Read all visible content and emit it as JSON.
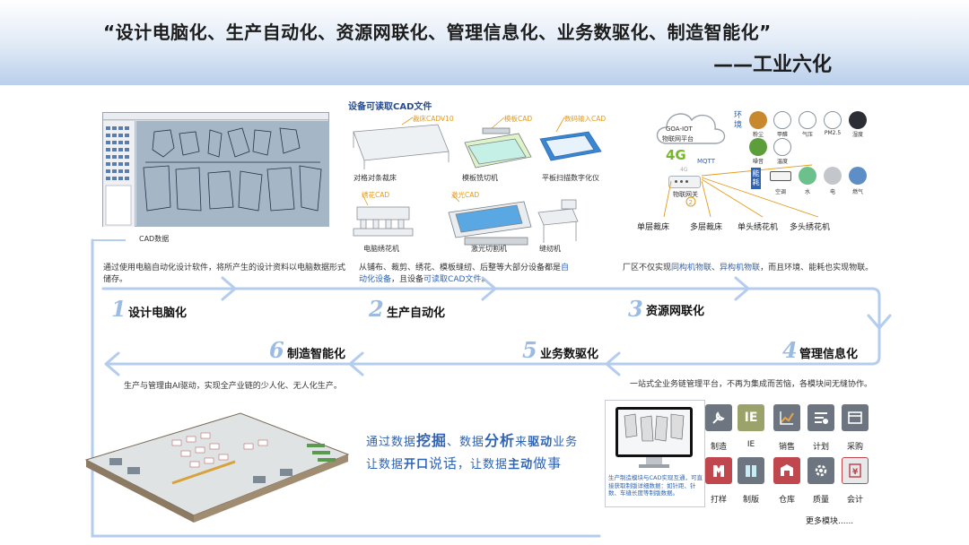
{
  "header": {
    "title": "“设计电脑化、生产自动化、资源网联化、管理信息化、业务数驱化、制造智能化”",
    "subtitle": "——工业六化"
  },
  "cad": {
    "caption": "CAD数据"
  },
  "devices": {
    "title": "设备可读取CAD文件",
    "tags": [
      "裁床CADV10",
      "模板CAD",
      "数码输入CAD",
      "绣花CAD",
      "激光CAD"
    ],
    "items": [
      "对格对条裁床",
      "模板铣切机",
      "平板扫描数字化仪",
      "电脑绣花机",
      "激光切割机",
      "缝纫机"
    ]
  },
  "iot": {
    "platform_brand": "GOA-IOT",
    "platform_name": "物联网平台",
    "fourg": "4G",
    "mqtt": "MQTT",
    "fourg_small": "4G",
    "gateway": "物联网关",
    "env_title": "环境",
    "energy_title": "能耗",
    "env": [
      "粉尘",
      "甲醛",
      "气压",
      "PM2.5",
      "湿度",
      "噪音",
      "温度"
    ],
    "energy": [
      "空调",
      "水",
      "电",
      "燃气"
    ],
    "machines": [
      "单层裁床",
      "多层裁床",
      "单头绣花机",
      "多头绣花机"
    ]
  },
  "steps": [
    {
      "num": "1",
      "label": "设计电脑化",
      "desc": "通过使用电脑自动化设计软件，将所产生的设计资料以电脑数据形式储存。"
    },
    {
      "num": "2",
      "label": "生产自动化",
      "desc_a": "从铺布、裁剪、绣花、模板缝纫、后整等大部分设备都是",
      "desc_hl1": "自动化设备",
      "desc_b": "，且设备",
      "desc_hl2": "可读取CAD文件",
      "desc_c": "。"
    },
    {
      "num": "3",
      "label": "资源网联化",
      "desc_a": "厂区不仅实现",
      "desc_hl1": "同构机物联",
      "desc_b": "、",
      "desc_hl2": "异构机物联",
      "desc_c": "，而且环境、能耗也实现物联。"
    },
    {
      "num": "4",
      "label": "管理信息化",
      "desc": "一站式全业务链管理平台，不再为集成而苦恼，各模块间无缝协作。"
    },
    {
      "num": "5",
      "label": "业务数驱化"
    },
    {
      "num": "6",
      "label": "制造智能化",
      "desc": "生产与管理由AI驱动，实现全产业链的少人化、无人化生产。"
    }
  ],
  "slogan": {
    "l1a": "通过数据",
    "l1b": "挖掘",
    "l1c": "、数据",
    "l1d": "分析",
    "l1e": "来",
    "l1f": "驱动",
    "l1g": "业务",
    "l2a": "让数据",
    "l2b": "开口",
    "l2c": "说话",
    "l2d": "，让数据",
    "l2e": "主动",
    "l2f": "做事"
  },
  "monitor": {
    "desc": "生产制造模块与CAD实现互通，可直接获取制版详细数据：如针距、针数、车缝长度等制版数据。"
  },
  "modules": {
    "items": [
      "制造",
      "IE",
      "销售",
      "计划",
      "采购",
      "打样",
      "制版",
      "仓库",
      "质量",
      "会计"
    ],
    "more": "更多模块......",
    "ie_icon_text": "IE"
  },
  "colors": {
    "accent_blue": "#2f64b4",
    "arrow_blue": "#b4cdee",
    "orange": "#e49a1c",
    "module_gray": "#6d7680",
    "module_red": "#c1474e"
  }
}
